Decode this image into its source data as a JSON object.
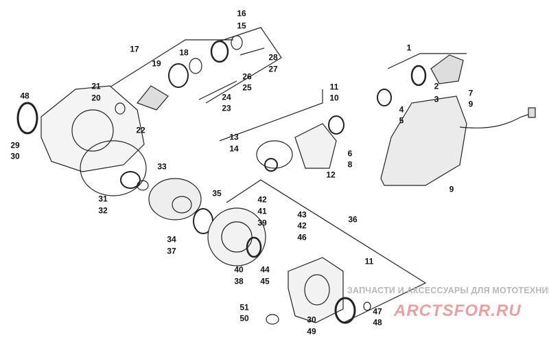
{
  "diagram": {
    "callouts": [
      "16",
      "15",
      "17",
      "18",
      "19",
      "28",
      "27",
      "26",
      "25",
      "21",
      "20",
      "24",
      "23",
      "48",
      "22",
      "29",
      "30",
      "1",
      "2",
      "3",
      "11",
      "10",
      "4",
      "5",
      "7",
      "9",
      "13",
      "14",
      "6",
      "8",
      "12",
      "9",
      "33",
      "31",
      "32",
      "35",
      "42",
      "41",
      "39",
      "43",
      "42",
      "36",
      "46",
      "34",
      "37",
      "40",
      "38",
      "44",
      "45",
      "11",
      "51",
      "50",
      "30",
      "49",
      "47",
      "48"
    ]
  },
  "watermark": {
    "text": "ЗАПЧАСТИ И АКСЕССУАРЫ ДЛЯ МОТОТЕХНИКИ",
    "logo": "ARCTSFOR.RU"
  }
}
